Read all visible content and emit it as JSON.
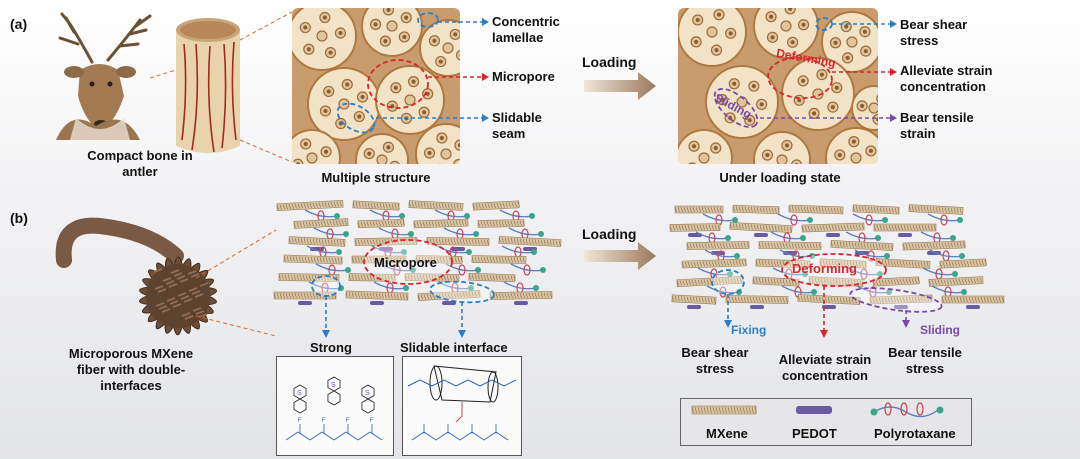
{
  "panel_a": {
    "tag": "(a)",
    "antler_caption": "Compact bone in antler",
    "structure_caption": "Multiple structure",
    "loading": "Loading",
    "state_caption": "Under loading state",
    "labels_left": {
      "concentric": "Concentric lamellae",
      "micropore": "Micropore",
      "slidable": "Slidable seam"
    },
    "labels_right": {
      "shear": "Bear shear stress",
      "alleviate": "Alleviate strain concentration",
      "tensile": "Bear tensile strain"
    },
    "in_image": {
      "deforming": "Deforming",
      "sliding": "Sliding"
    }
  },
  "panel_b": {
    "tag": "(b)",
    "fiber_caption": "Microporous MXene fiber with double-interfaces",
    "micropore": "Micropore",
    "loading": "Loading",
    "strong": "Strong",
    "slidable_interface": "Slidable interface",
    "deforming": "Deforming",
    "fixing": "Fixing",
    "sliding": "Sliding",
    "bear_shear": "Bear shear stress",
    "alleviate": "Alleviate strain concentration",
    "bear_tensile": "Bear tensile stress"
  },
  "legend": {
    "mxene": "MXene",
    "pedot": "PEDOT",
    "polyrotaxane": "Polyrotaxane"
  },
  "colors": {
    "red": "#d8262b",
    "blue": "#2b7fc4",
    "purple": "#7a4aa8",
    "bone": "#f2e3c6",
    "matrix": "#c89c6e"
  }
}
